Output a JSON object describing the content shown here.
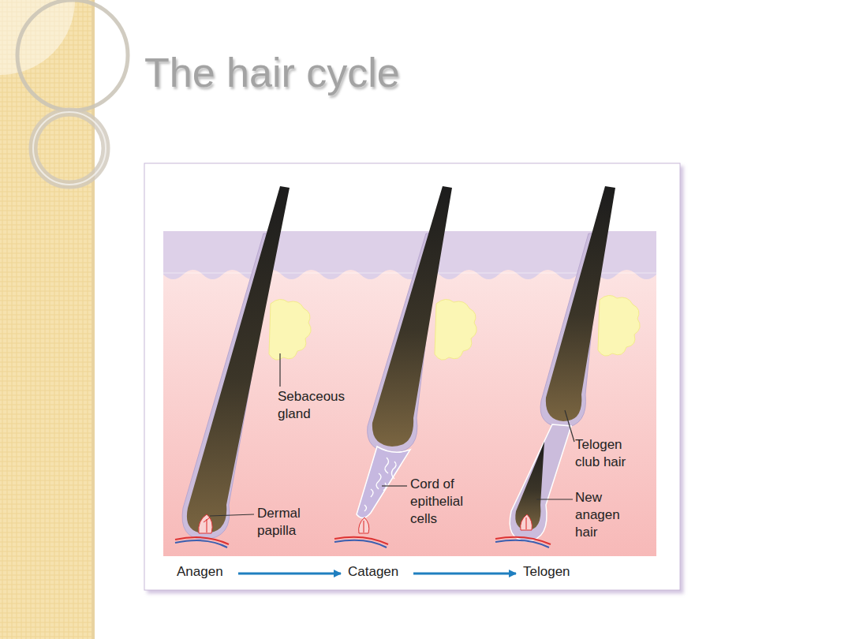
{
  "diagram": {
    "title": "The hair cycle",
    "labels": [
      "Sebaceous gland",
      "Dermal papilla",
      "Cord of epithelial cells",
      "Telogen club hair",
      "New anagen hair",
      "Anagen",
      "Catagen",
      "Telogen"
    ]
  }
}
